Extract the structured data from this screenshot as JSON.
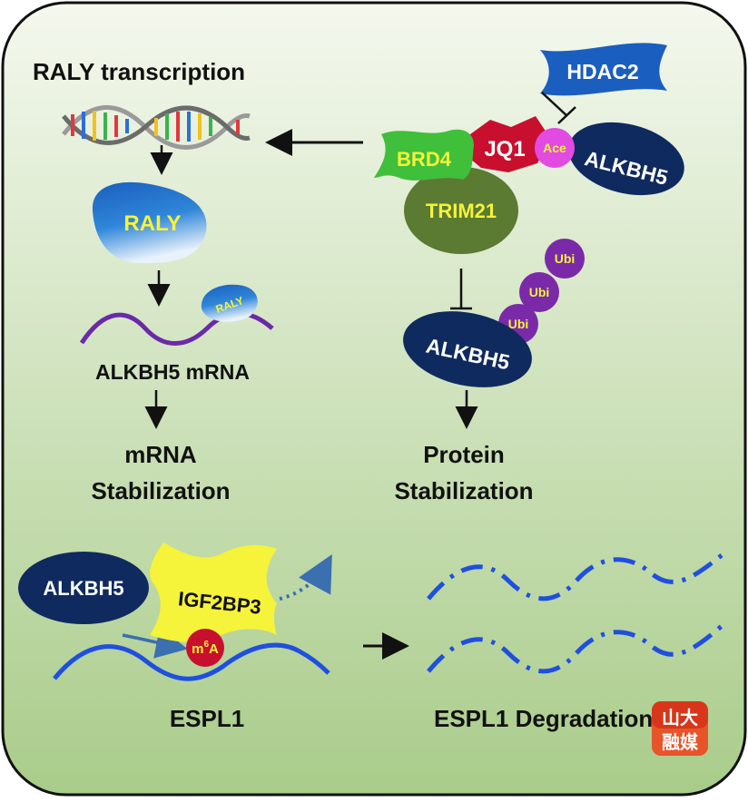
{
  "colors": {
    "panel_top": "#f4f8ee",
    "panel_bottom": "#a9cc8a",
    "navy": "#0f2a5e",
    "blue_deep": "#1a5fbf",
    "purple": "#6a2aa8",
    "yellow": "#f5f33a",
    "red_jq1": "#c8102e",
    "magenta": "#e24be2",
    "olive": "#5b7a32",
    "green_brd4": "#3fbf3a",
    "dash_blue": "#1f4fe0"
  },
  "icons": [
    "dna-helix-icon",
    "down-arrow-icon",
    "left-arrow-icon",
    "right-arrow-icon",
    "inhibition-icon",
    "dotted-arrow-icon",
    "logo-badge-icon"
  ],
  "diagram": {
    "title": "RALY transcription",
    "raly_protein": "RALY",
    "raly_small": "RALY",
    "alkbh5_mrna": "ALKBH5 mRNA",
    "mrna_stab_line1": "mRNA",
    "mrna_stab_line2": "Stabilization",
    "hdac2": "HDAC2",
    "brd4": "BRD4",
    "jq1": "JQ1",
    "ace": "Ace",
    "alkbh5_top": "ALKBH5",
    "trim21": "TRIM21",
    "ubi_1": "Ubi",
    "ubi_2": "Ubi",
    "ubi_3": "Ubi",
    "alkbh5_mid": "ALKBH5",
    "protein_stab_line1": "Protein",
    "protein_stab_line2": "Stabilization",
    "alkbh5_bottom": "ALKBH5",
    "igf2bp3": "IGF2BP3",
    "m6a_m": "m",
    "m6a_sup": "6",
    "m6a_a": "A",
    "espl1": "ESPL1",
    "espl1_degradation": "ESPL1 Degradation",
    "logo_line1": "山大",
    "logo_line2": "融媒"
  }
}
